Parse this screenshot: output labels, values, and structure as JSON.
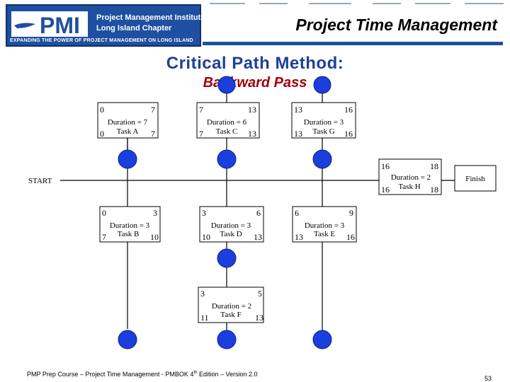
{
  "header": {
    "logo_line1": "Project Management Institute",
    "logo_line2": "Long Island Chapter",
    "logo_tagline": "EXPANDING THE POWER OF PROJECT MANAGEMENT ON LONG ISLAND",
    "logo_letters": "PMI",
    "title": "Project Time Management"
  },
  "slide": {
    "title": "Critical Path Method:",
    "subtitle": "Backward Pass"
  },
  "diagram": {
    "start_label": "START",
    "finish_label": "Finish",
    "tasks": [
      {
        "id": "A",
        "label": "Task A",
        "duration": "Duration = 7",
        "es": "0",
        "ef": "7",
        "ls": "0",
        "lf": "7"
      },
      {
        "id": "C",
        "label": "Task C",
        "duration": "Duration = 6",
        "es": "7",
        "ef": "13",
        "ls": "7",
        "lf": "13"
      },
      {
        "id": "G",
        "label": "Task G",
        "duration": "Duration = 3",
        "es": "13",
        "ef": "16",
        "ls": "13",
        "lf": "16"
      },
      {
        "id": "H",
        "label": "Task H",
        "duration": "Duration = 2",
        "es": "16",
        "ef": "18",
        "ls": "16",
        "lf": "18"
      },
      {
        "id": "B",
        "label": "Task B",
        "duration": "Duration = 3",
        "es": "0",
        "ef": "3",
        "ls": "7",
        "lf": "10"
      },
      {
        "id": "D",
        "label": "Task D",
        "duration": "Duration = 3",
        "es": "3",
        "ef": "6",
        "ls": "10",
        "lf": "13"
      },
      {
        "id": "E",
        "label": "Task E",
        "duration": "Duration = 3",
        "es": "6",
        "ef": "9",
        "ls": "13",
        "lf": "16"
      },
      {
        "id": "F",
        "label": "Task F",
        "duration": "Duration = 2",
        "es": "3",
        "ef": "5",
        "ls": "11",
        "lf": "13"
      }
    ]
  },
  "footer": {
    "text_before": "PMP Prep Course – Project Time Management - PMBOK 4",
    "sup": "th",
    "text_after": " Edition – Version 2.0",
    "page_number": "53"
  },
  "colors": {
    "node_blue": "#1a3fdc",
    "header_blue": "#1f4fa0",
    "title_blue": "#1f3f99",
    "subtitle_red": "#a0000f"
  }
}
